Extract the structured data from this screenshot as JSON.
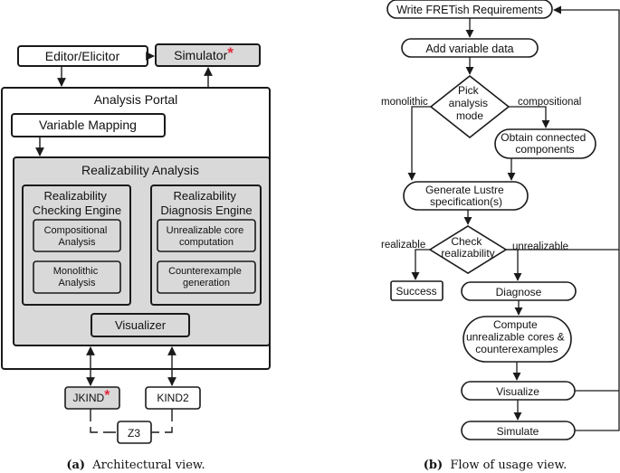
{
  "left": {
    "editor": "Editor/Elicitor",
    "simulator": "Simulator",
    "portal": "Analysis Portal",
    "mapping": "Variable Mapping",
    "realizability": "Realizability Analysis",
    "checking_engine": [
      "Realizability",
      "Checking Engine"
    ],
    "compositional": [
      "Compositional",
      "Analysis"
    ],
    "monolithic": [
      "Monolithic",
      "Analysis"
    ],
    "diagnosis_engine": [
      "Realizability",
      "Diagnosis Engine"
    ],
    "unrealizable_core": [
      "Unrealizable core",
      "computation"
    ],
    "counterexample": [
      "Counterexample",
      "generation"
    ],
    "visualizer": "Visualizer",
    "jkind": "JKIND",
    "kind2": "KIND2",
    "z3": "Z3",
    "asterisk": "*",
    "caption_tag": "(a)",
    "caption": "Architectural view."
  },
  "right": {
    "write": "Write FRETish Requirements",
    "add_var": "Add variable data",
    "pick": [
      "Pick",
      "analysis",
      "mode"
    ],
    "monolithic": "monolithic",
    "compositional": "compositional",
    "obtain": [
      "Obtain connected",
      "components"
    ],
    "generate": [
      "Generate Lustre",
      "specification(s)"
    ],
    "check": [
      "Check",
      "realizability"
    ],
    "realizable": "realizable",
    "unrealizable": "unrealizable",
    "success": "Success",
    "diagnose": "Diagnose",
    "compute": [
      "Compute",
      "unrealizable cores &",
      "counterexamples"
    ],
    "visualize": "Visualize",
    "simulate": "Simulate",
    "caption_tag": "(b)",
    "caption": "Flow of usage view."
  },
  "colors": {
    "gray": "#d9d9d9",
    "star": "#e0283a",
    "line": "#1a1a1a"
  }
}
